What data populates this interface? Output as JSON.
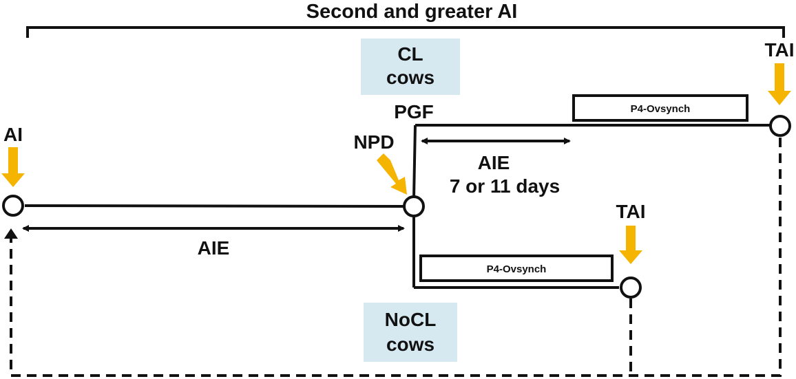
{
  "diagram": {
    "top_bracket_label": "Second and greater AI",
    "ai_label": "AI",
    "npd_label": "NPD",
    "pgf_label": "PGF",
    "aie_label_left": "AIE",
    "aie_label_right": "AIE",
    "aie_days_label": "7 or 11 days",
    "tai_label_top": "TAI",
    "tai_label_bottom": "TAI",
    "cl_box": {
      "line1": "CL",
      "line2": "cows"
    },
    "nocl_box": {
      "line1": "NoCL",
      "line2": "cows"
    },
    "p4_box_top": "P4-Ovsynch",
    "p4_box_bottom": "P4-Ovsynch"
  },
  "colors": {
    "arrow": "#f4b400",
    "label_box": "#d6e8f0",
    "line": "#111111"
  }
}
